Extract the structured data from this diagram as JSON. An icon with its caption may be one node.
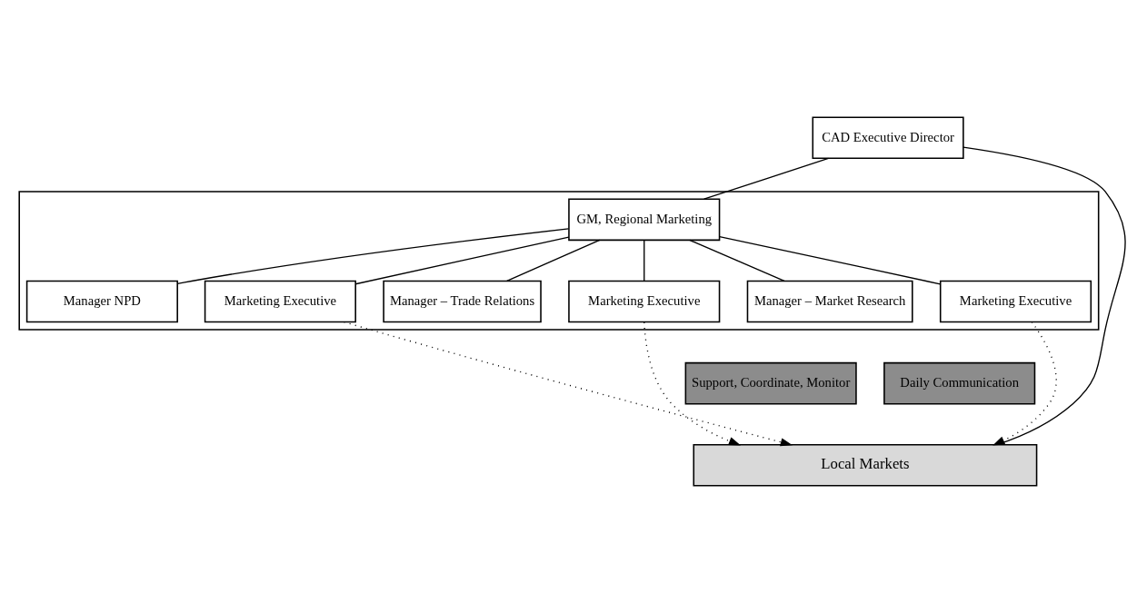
{
  "diagram": {
    "nodes": [
      {
        "text": [
          "CAD Executive Director"
        ]
      },
      {
        "text": [],
        "shape": "box"
      },
      {
        "text": [
          "GM, Regional Marketing"
        ],
        "in": 1
      },
      {
        "text": [
          "Manager NPD"
        ],
        "in": 1
      },
      {
        "text": [
          "Marketing Executive"
        ],
        "in": 1
      },
      {
        "text": [
          "Manager – Trade Relations"
        ],
        "in": 1
      },
      {
        "text": [
          "Marketing Executive"
        ],
        "in": 1
      },
      {
        "text": [
          "Manager – Market Research"
        ],
        "in": 1
      },
      {
        "text": [
          "Marketing Executive"
        ],
        "in": 1
      },
      {
        "text": [
          "Support, Coordinate, Monitor"
        ]
      },
      {
        "text": [
          "Daily Communication"
        ]
      },
      {
        "text": [
          "Local Markets"
        ]
      }
    ],
    "edges": [
      {
        "from": 0,
        "to": 2,
        "arrow": "none"
      },
      {
        "from": 2,
        "to": 3,
        "arrow": "none"
      },
      {
        "from": 2,
        "to": 5,
        "arrow": "none"
      },
      {
        "from": 2,
        "to": 7,
        "arrow": "none"
      },
      {
        "from": 2,
        "to": 4,
        "arrow": "none"
      },
      {
        "from": 2,
        "to": 6,
        "arrow": "none"
      },
      {
        "from": 2,
        "to": 8,
        "arrow": "none"
      },
      {
        "from": 0,
        "to": 11,
        "arrow": "none"
      },
      {
        "from": 4,
        "to": 11,
        "arrow": "to",
        "style": "dashed"
      },
      {
        "from": 6,
        "to": 11,
        "arrow": "to",
        "style": "dashed"
      },
      {
        "from": 8,
        "to": 11,
        "arrow": "to",
        "style": "dashed"
      }
    ]
  }
}
